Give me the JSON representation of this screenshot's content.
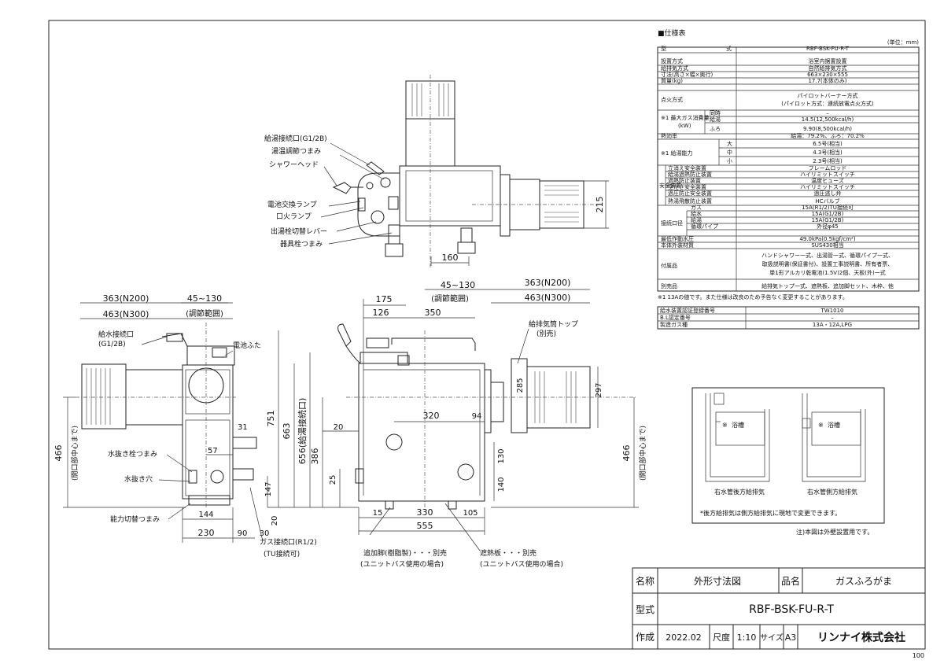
{
  "spec": {
    "title": "■仕様表",
    "unit": "(単位：mm)",
    "rows": [
      [
        "型",
        "式",
        "RBF-BSK-FU-R-T"
      ],
      [
        "設置方式",
        "",
        "浴室内据置設置"
      ],
      [
        "給排気方式",
        "",
        "自然給排気方式"
      ],
      [
        "寸法(高さ×幅×奥行)",
        "",
        "663×230×555"
      ],
      [
        "質量(kg)",
        "",
        "17.7(本体のみ)"
      ],
      [
        "点火方式",
        "",
        "パイロットバーナー方式"
      ],
      [
        "",
        "",
        "(パイロット方式：連続放電点火方式)"
      ]
    ],
    "gas": {
      "label": "※1 最大ガス消費量",
      "unit": "(kW)",
      "rows": [
        [
          "同時",
          "–"
        ],
        [
          "給湯",
          "14.5(12,500kcal/h)"
        ],
        [
          "ふろ",
          "9.90(8,500kcal/h)"
        ]
      ]
    },
    "efficiency": {
      "label": "熱効率",
      "value": "給湯：79.2%、ふろ：70.2%"
    },
    "capacity": {
      "label": "※1 給湯能力",
      "rows": [
        [
          "大",
          "6.5号(相当)"
        ],
        [
          "中",
          "4.3号(相当)"
        ],
        [
          "小",
          "2.3号(相当)"
        ]
      ]
    },
    "safety": {
      "label": "安全装置",
      "rows": [
        [
          "立消え安全装置",
          "フレームロッド"
        ],
        [
          "給湯過熱防止装置",
          "ハイリミットスイッチ"
        ],
        [
          "過熱防止装置",
          "温度ヒューズ"
        ],
        [
          "空だき安全装置",
          "ハイリミットスイッチ"
        ],
        [
          "過圧防止安全装置",
          "過圧逃し弁"
        ],
        [
          "熱湯飛散防止装置",
          "HCバルブ"
        ]
      ]
    },
    "pipes": {
      "label": "接続口径",
      "rows": [
        [
          "ガス",
          "15A(R1/2)TU接続可"
        ],
        [
          "給水",
          "15A(G1/2B)"
        ],
        [
          "給湯",
          "15A(G1/2B)"
        ],
        [
          "循環パイプ",
          "外径φ45"
        ]
      ]
    },
    "pressure": {
      "label": "最低作動水圧",
      "value": "49.0kPa(0.5kgf/cm²)"
    },
    "material": {
      "label": "本体外装材質",
      "value": "SUS430相当"
    },
    "accessories": {
      "label": "付属品",
      "lines": [
        "ハンドシャワー一式、出湯管一式、循環パイプ一式、",
        "取扱説明書(保証書付)、設置工事説明書、所有者票、",
        "単1形アルカリ乾電池(1.5V)2個、天板(外)一式"
      ]
    },
    "optional": {
      "label": "別売品",
      "value": "給排気トップ一式、遮熱板、追加脚セット、木枠、他"
    },
    "note": "※1 13Aの値です。また仕様は改良のため予告なく変更することがあります。",
    "cert": [
      [
        "給水装置認証登録番号",
        "TW1010"
      ],
      [
        "B.L認定番号",
        "–"
      ],
      [
        "製造ガス種",
        "13A・12A,LPG"
      ]
    ]
  },
  "top_view": {
    "labels": [
      "給湯接続口(G1/2B)",
      "湯温調節つまみ",
      "シャワーヘッド",
      "電池交換ランプ",
      "口火ランプ",
      "出湯栓切替レバー",
      "器具栓つまみ"
    ],
    "dim_215": "215",
    "dim_160": "160"
  },
  "side_view": {
    "dim_363": "363(N200)",
    "dim_463": "463(N300)",
    "dim_range": "45~130",
    "range_label": "(調節範囲)",
    "inlet": "給水接続口",
    "inlet_spec": "(G1/2B)",
    "battery_cover": "電池ふた",
    "drain_knob": "水抜き栓つまみ",
    "drain_hole": "水抜き穴",
    "capacity_knob": "能力切替つまみ",
    "dim_466": "466",
    "opening_center": "(開口部中心まで)",
    "dim_31": "31",
    "dim_57": "57",
    "dim_144": "144",
    "dim_147": "147",
    "dim_230": "230",
    "dim_90": "90",
    "dim_30": "30",
    "gas_inlet": "ガス接続口(R1/2)",
    "gas_inlet_note": "(TU接続可)"
  },
  "front_view": {
    "dim_range": "45~130",
    "range_label": "(調節範囲)",
    "dim_175": "175",
    "dim_126": "126",
    "dim_350": "350",
    "dim_363": "363(N200)",
    "dim_463": "463(N300)",
    "flue_top": "給排気筒トップ",
    "flue_top_note": "(別売)",
    "dim_285": "285",
    "dim_297": "297",
    "dim_751": "751",
    "dim_663": "663",
    "dim_656": "656(給湯接続口)",
    "dim_386": "386",
    "dim_25": "25",
    "dim_20a": "20",
    "dim_20b": "20",
    "dim_320": "320",
    "dim_94": "94",
    "dim_130": "130",
    "dim_140": "140",
    "dim_15": "15",
    "dim_330": "330",
    "dim_105": "105",
    "dim_555": "555",
    "dim_466": "466",
    "opening_center": "(開口部中心まで)",
    "extra_leg": "追加脚(樹脂製)・・・別売",
    "extra_leg_note": "(ユニットバス使用の場合)",
    "heat_shield": "遮熱板・・・別売",
    "heat_shield_note": "(ユニットバス使用の場合)"
  },
  "install": {
    "bath": "浴槽",
    "left_caption": "右水管後方給排気",
    "right_caption": "右水管側方給排気",
    "note": "*後方給排気は側方給排気に現地で変更できます。",
    "footnote": "注)本図は外壁設置用です。"
  },
  "title_block": {
    "name_label": "名称",
    "name_value": "外形寸法図",
    "product_label": "品名",
    "product_value": "ガスふろがま",
    "model_label": "型式",
    "model_value": "RBF-BSK-FU-R-T",
    "made_label": "作成",
    "made_value": "2022.02",
    "scale_label": "尺度",
    "scale_value": "1:10",
    "size_label": "サイズ",
    "size_value": "A3",
    "company": "リンナイ株式会社",
    "page": "100"
  }
}
